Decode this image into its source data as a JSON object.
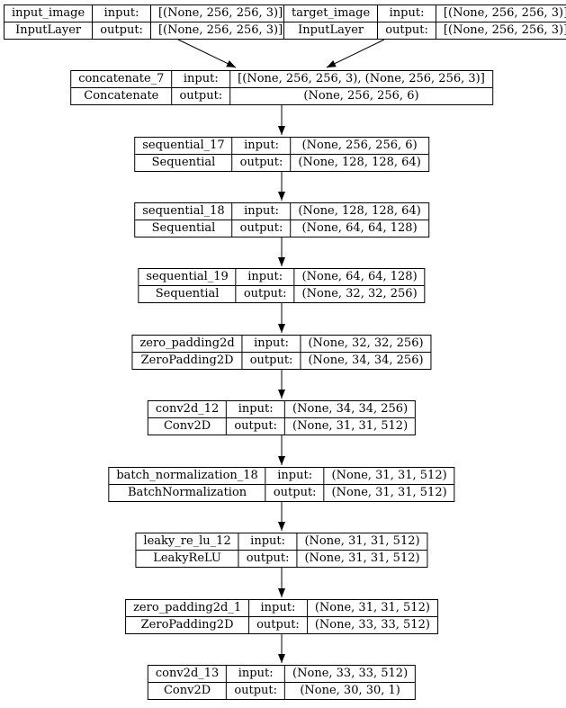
{
  "page": {
    "background": "#ffffff",
    "line_color": "#000000",
    "text_color": "#000000"
  },
  "graph": {
    "io": {
      "input_label": "input:",
      "output_label": "output:"
    },
    "nodes": [
      {
        "name": "input_image",
        "type": "InputLayer",
        "input_shape": "[(None, 256, 256, 3)]",
        "output_shape": "[(None, 256, 256, 3)]"
      },
      {
        "name": "target_image",
        "type": "InputLayer",
        "input_shape": "[(None, 256, 256, 3)]",
        "output_shape": "[(None, 256, 256, 3)]"
      },
      {
        "name": "concatenate_7",
        "type": "Concatenate",
        "input_shape": "[(None, 256, 256, 3), (None, 256, 256, 3)]",
        "output_shape": "(None, 256, 256, 6)"
      },
      {
        "name": "sequential_17",
        "type": "Sequential",
        "input_shape": "(None, 256, 256, 6)",
        "output_shape": "(None, 128, 128, 64)"
      },
      {
        "name": "sequential_18",
        "type": "Sequential",
        "input_shape": "(None, 128, 128, 64)",
        "output_shape": "(None, 64, 64, 128)"
      },
      {
        "name": "sequential_19",
        "type": "Sequential",
        "input_shape": "(None, 64, 64, 128)",
        "output_shape": "(None, 32, 32, 256)"
      },
      {
        "name": "zero_padding2d",
        "type": "ZeroPadding2D",
        "input_shape": "(None, 32, 32, 256)",
        "output_shape": "(None, 34, 34, 256)"
      },
      {
        "name": "conv2d_12",
        "type": "Conv2D",
        "input_shape": "(None, 34, 34, 256)",
        "output_shape": "(None, 31, 31, 512)"
      },
      {
        "name": "batch_normalization_18",
        "type": "BatchNormalization",
        "input_shape": "(None, 31, 31, 512)",
        "output_shape": "(None, 31, 31, 512)"
      },
      {
        "name": "leaky_re_lu_12",
        "type": "LeakyReLU",
        "input_shape": "(None, 31, 31, 512)",
        "output_shape": "(None, 31, 31, 512)"
      },
      {
        "name": "zero_padding2d_1",
        "type": "ZeroPadding2D",
        "input_shape": "(None, 31, 31, 512)",
        "output_shape": "(None, 33, 33, 512)"
      },
      {
        "name": "conv2d_13",
        "type": "Conv2D",
        "input_shape": "(None, 33, 33, 512)",
        "output_shape": "(None, 30, 30, 1)"
      }
    ],
    "edges": [
      {
        "from": "input_image",
        "to": "concatenate_7"
      },
      {
        "from": "target_image",
        "to": "concatenate_7"
      },
      {
        "from": "concatenate_7",
        "to": "sequential_17"
      },
      {
        "from": "sequential_17",
        "to": "sequential_18"
      },
      {
        "from": "sequential_18",
        "to": "sequential_19"
      },
      {
        "from": "sequential_19",
        "to": "zero_padding2d"
      },
      {
        "from": "zero_padding2d",
        "to": "conv2d_12"
      },
      {
        "from": "conv2d_12",
        "to": "batch_normalization_18"
      },
      {
        "from": "batch_normalization_18",
        "to": "leaky_re_lu_12"
      },
      {
        "from": "leaky_re_lu_12",
        "to": "zero_padding2d_1"
      },
      {
        "from": "zero_padding2d_1",
        "to": "conv2d_13"
      }
    ]
  }
}
